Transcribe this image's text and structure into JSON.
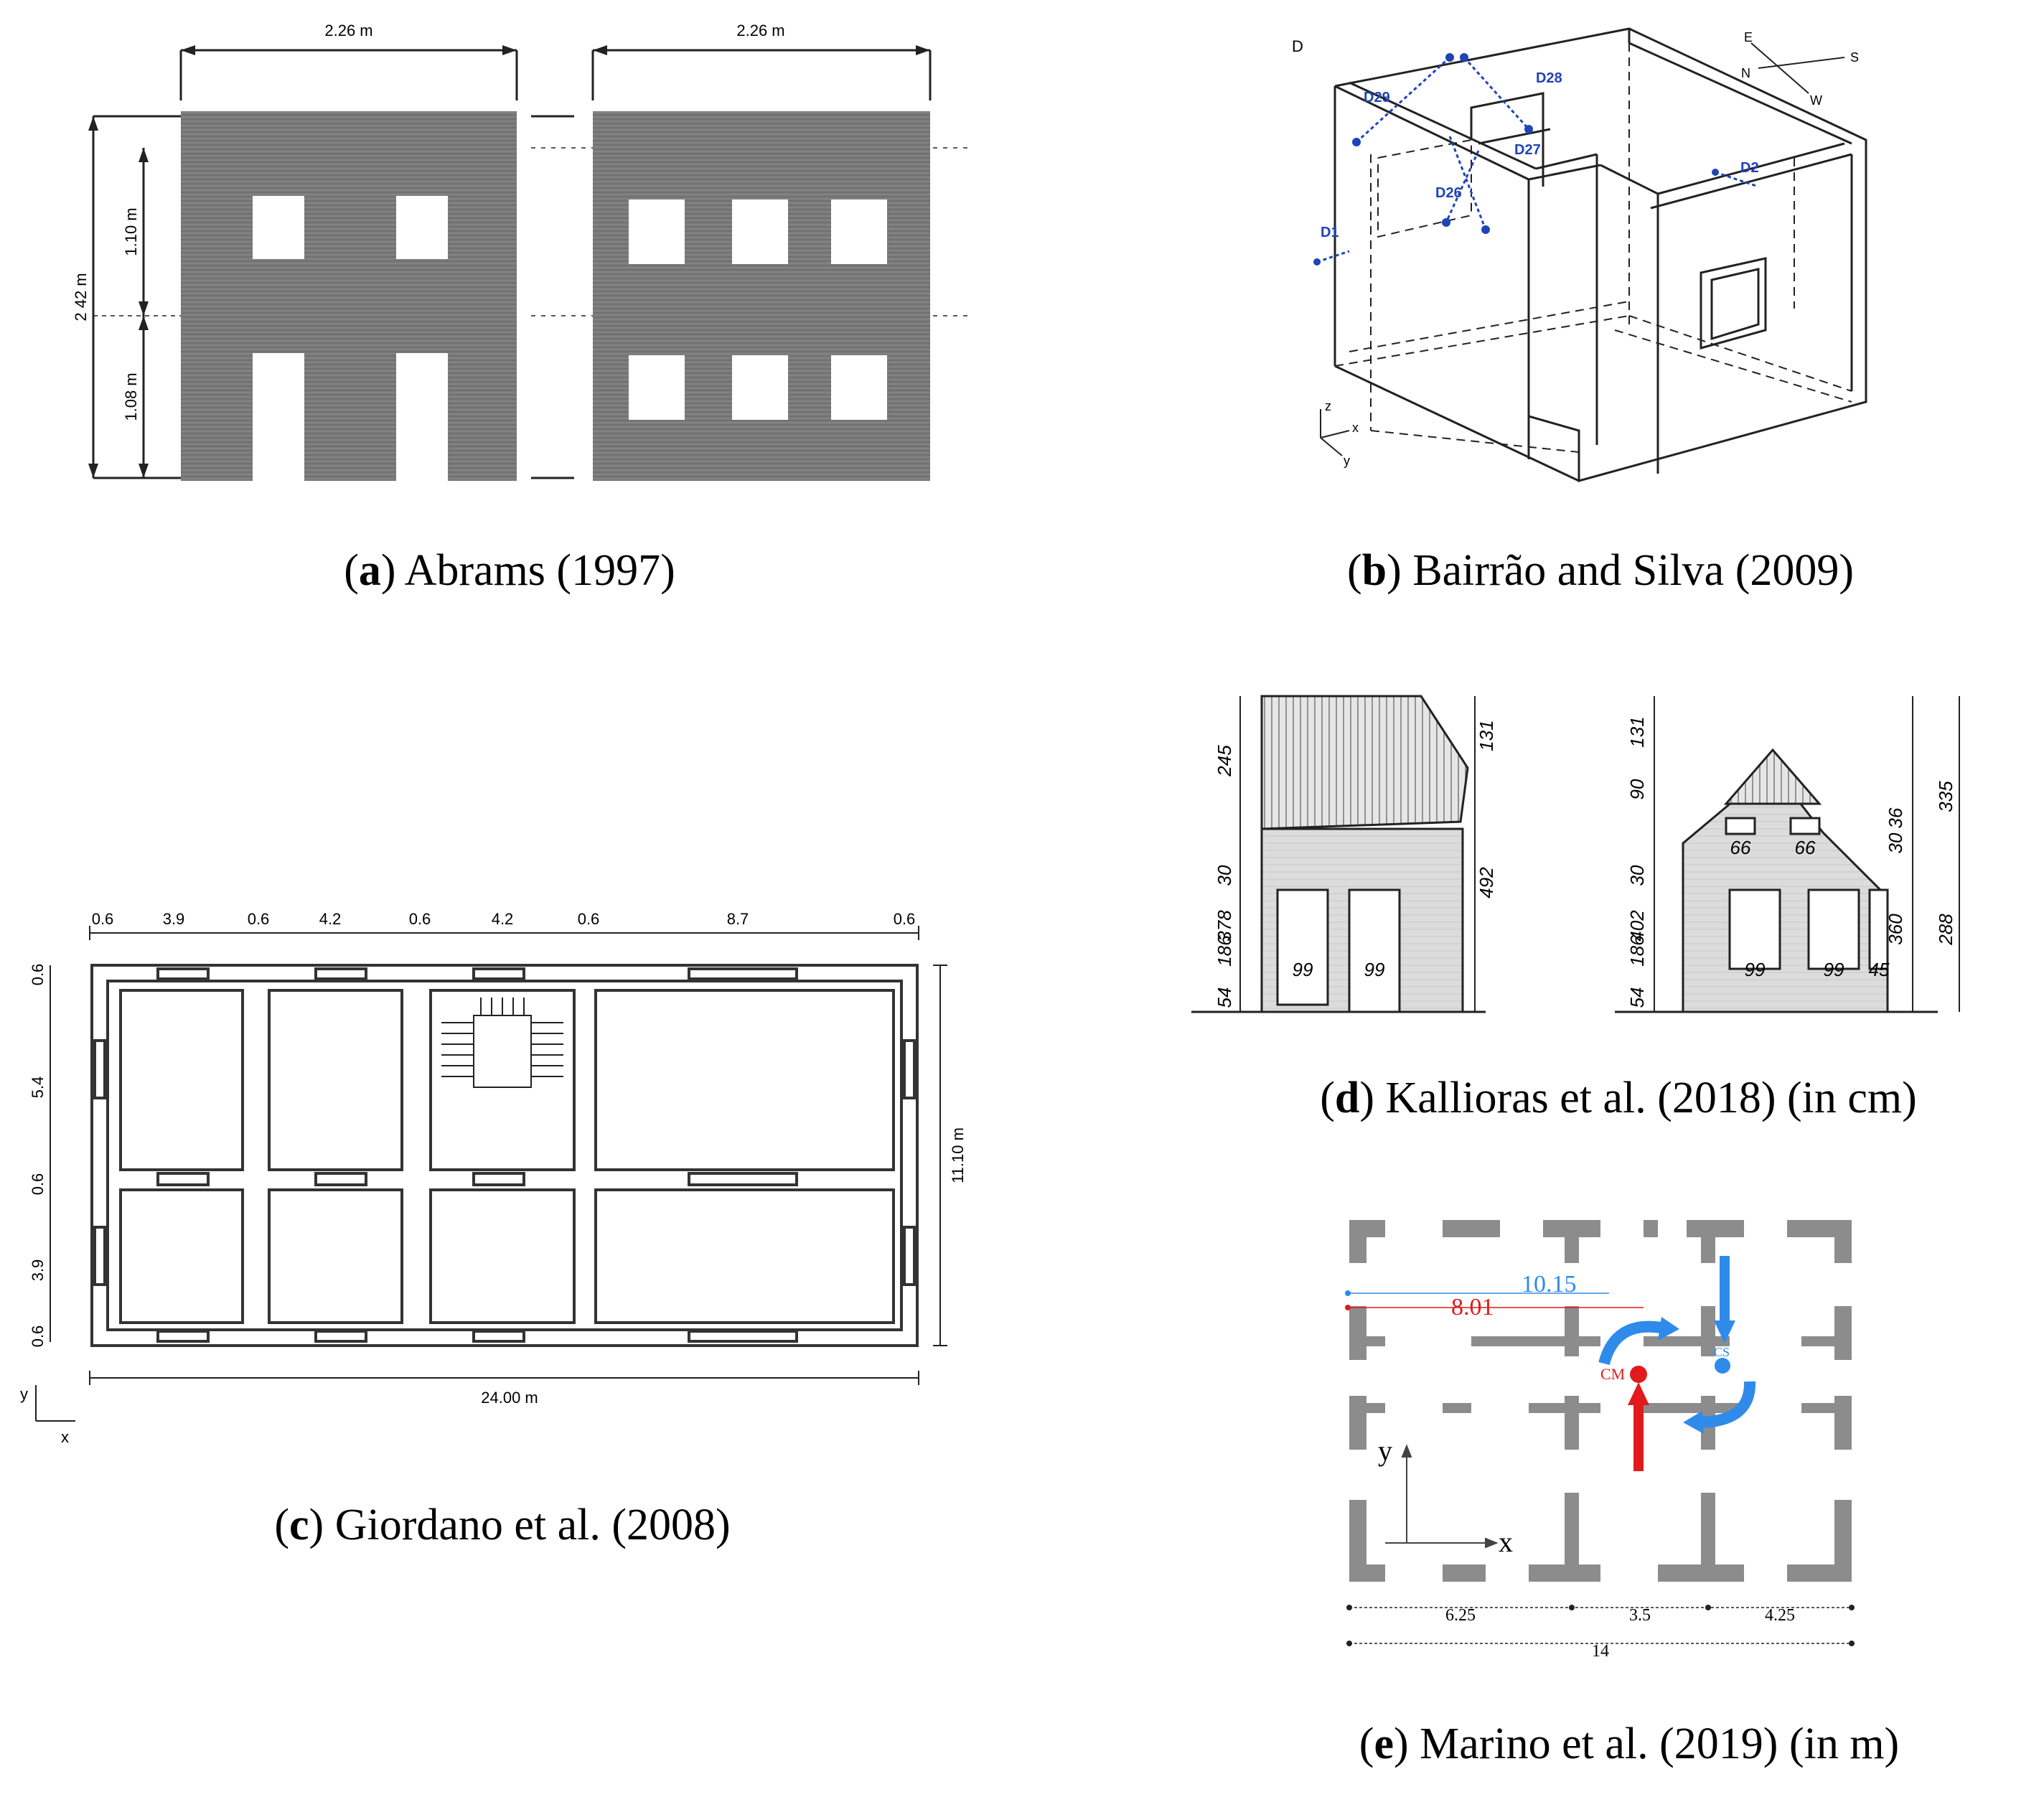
{
  "colors": {
    "wall_gray": "#7d7d7d",
    "plan_gray": "#8c8c8c",
    "blue": "#1f44b8",
    "light_blue": "#2f8bea",
    "red": "#e11b1b",
    "line": "#222222",
    "hatch_fill": "#d9d9d9"
  },
  "panel_a": {
    "caption_label": "a",
    "caption_text": "Abrams (1997)",
    "dim_width_left": "2.26 m",
    "dim_width_right": "2.26 m",
    "dim_height_total": "2 42 m",
    "dim_height_upper": "1.10 m",
    "dim_height_lower": "1.08 m"
  },
  "panel_b": {
    "caption_label": "b",
    "caption_text": "Bairrão and Silva (2009)",
    "sensors": [
      "D29",
      "D28",
      "D27",
      "D26",
      "D1",
      "D2"
    ],
    "compass": [
      "E",
      "S",
      "N",
      "W"
    ],
    "axes": [
      "z",
      "x",
      "y"
    ],
    "corner_mark": "D"
  },
  "panel_c": {
    "caption_label": "c",
    "caption_text": "Giordano et al. (2008)",
    "top_dims": [
      "0.6",
      "3.9",
      "0.6",
      "4.2",
      "0.6",
      "4.2",
      "0.6",
      "8.7",
      "0.6"
    ],
    "left_dims": [
      "0.6",
      "5.4",
      "0.6",
      "3.9",
      "0.6"
    ],
    "total_length": "24.00 m",
    "total_width": "11.10 m",
    "axes": [
      "y",
      "x"
    ]
  },
  "panel_d": {
    "caption_label": "d",
    "caption_text": "Kallioras et al. (2018) (in cm)",
    "left_dims": [
      "245",
      "378",
      "30",
      "186",
      "54"
    ],
    "right_dims_left": [
      "131",
      "492"
    ],
    "left_dims_right": [
      "131",
      "90",
      "402",
      "30",
      "186",
      "54"
    ],
    "right_dims_right": [
      "36",
      "30",
      "335",
      "360",
      "288"
    ],
    "window_widths_left": [
      "99",
      "99"
    ],
    "window_widths_right_upper": [
      "66",
      "66"
    ],
    "window_widths_right_lower": [
      "99",
      "99",
      "45"
    ]
  },
  "panel_e": {
    "caption_label": "e",
    "caption_text": "Marino et al. (2019) (in m)",
    "dist_blue": "10.15",
    "dist_red": "8.01",
    "label_cm": "CM",
    "label_cs": "CS",
    "axis_x": "x",
    "axis_y": "y",
    "bottom_dims": [
      "6.25",
      "3.5",
      "4.25"
    ],
    "total": "14"
  }
}
